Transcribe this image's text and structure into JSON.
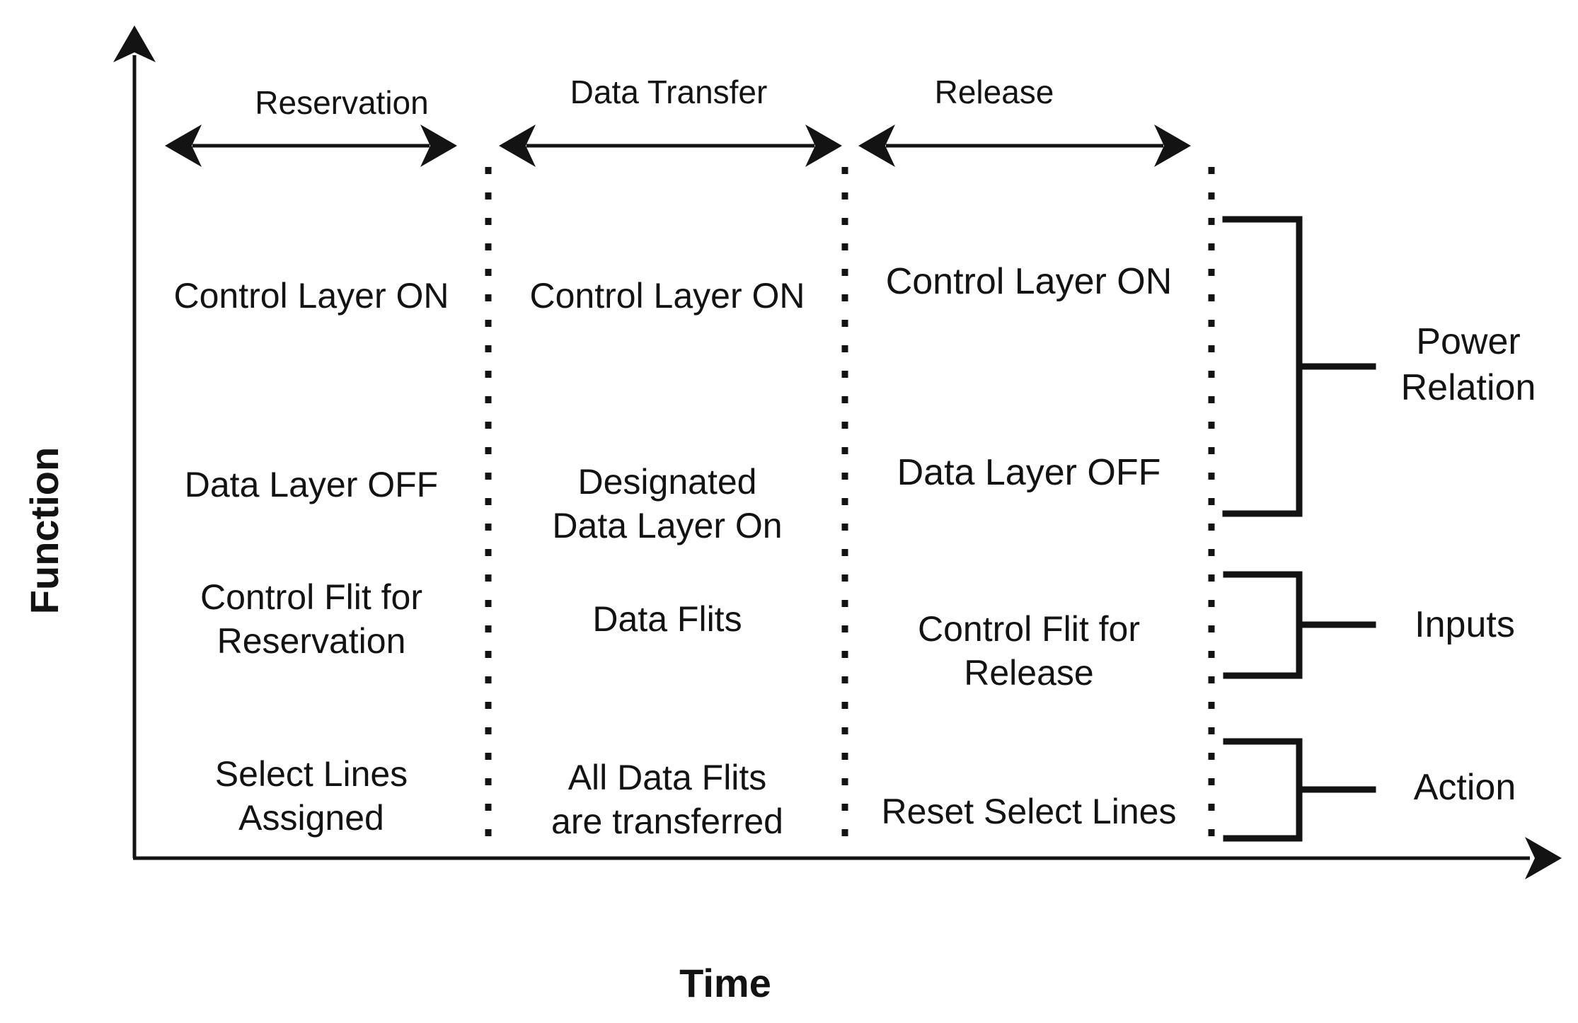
{
  "diagram_title": "Function vs Time phase diagram",
  "axes": {
    "y_label": "Function",
    "x_label": "Time"
  },
  "phases": [
    {
      "label": "Reservation",
      "items": [
        "Control Layer ON",
        "Data Layer OFF",
        "Control Flit for\nReservation",
        "Select Lines\nAssigned"
      ]
    },
    {
      "label": "Data Transfer",
      "items": [
        "Control Layer ON",
        "Designated\nData Layer On",
        "Data Flits",
        "All Data Flits\nare transferred"
      ]
    },
    {
      "label": "Release",
      "items": [
        "Control Layer ON",
        "Data Layer OFF",
        "Control Flit for\nRelease",
        "Reset Select Lines"
      ]
    }
  ],
  "annotations": [
    {
      "label": "Power\nRelation"
    },
    {
      "label": "Inputs"
    },
    {
      "label": "Action"
    }
  ],
  "colors": {
    "ink": "#131313",
    "background": "#ffffff"
  }
}
